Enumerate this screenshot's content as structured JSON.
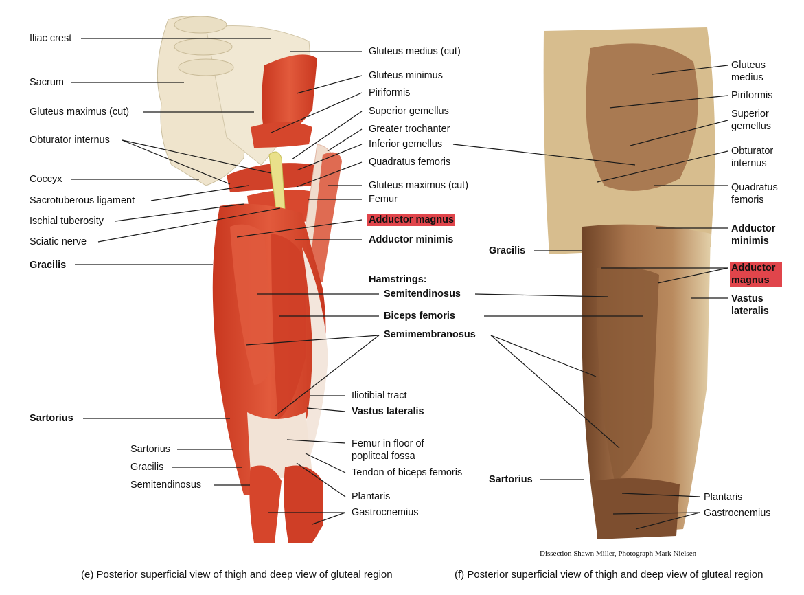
{
  "left_labels": {
    "iliac_crest": "Iliac crest",
    "sacrum": "Sacrum",
    "gluteus_maximus_cut": "Gluteus maximus (cut)",
    "obturator_internus": "Obturator internus",
    "coccyx": "Coccyx",
    "sacrotuberous_ligament": "Sacrotuberous ligament",
    "ischial_tuberosity": "Ischial tuberosity",
    "sciatic_nerve": "Sciatic nerve",
    "gracilis": "Gracilis",
    "sartorius": "Sartorius",
    "sartorius_small": "Sartorius",
    "gracilis_small": "Gracilis",
    "semitendinosus_small": "Semitendinosus"
  },
  "center_labels": {
    "gluteus_medius_cut": "Gluteus medius (cut)",
    "gluteus_minimus": "Gluteus minimus",
    "piriformis": "Piriformis",
    "superior_gemellus": "Superior gemellus",
    "greater_trochanter": "Greater trochanter",
    "inferior_gemellus": "Inferior gemellus",
    "quadratus_femoris": "Quadratus femoris",
    "gluteus_maximus_cut": "Gluteus maximus (cut)",
    "femur": "Femur",
    "adductor_magnus": "Adductor magnus",
    "adductor_minimis": "Adductor minimis",
    "hamstrings_heading": "Hamstrings:",
    "semitendinosus": "Semitendinosus",
    "biceps_femoris": "Biceps femoris",
    "semimembranosus": "Semimembranosus",
    "iliotibial_tract": "Iliotibial tract",
    "vastus_lateralis": "Vastus lateralis",
    "femur_popliteal": "Femur in floor of popliteal fossa",
    "tendon_biceps": "Tendon of biceps femoris",
    "plantaris": "Plantaris",
    "gastrocnemius": "Gastrocnemius"
  },
  "right_labels": {
    "gluteus_medius": "Gluteus medius",
    "piriformis": "Piriformis",
    "superior_gemellus": "Superior gemellus",
    "obturator_internus": "Obturator internus",
    "quadratus_femoris": "Quadratus femoris",
    "adductor_minimis": "Adductor minimis",
    "adductor_magnus": "Adductor magnus",
    "vastus_lateralis": "Vastus lateralis",
    "gracilis": "Gracilis",
    "sartorius": "Sartorius",
    "plantaris": "Plantaris",
    "gastrocnemius": "Gastrocnemius"
  },
  "credit": "Dissection Shawn Miller, Photograph Mark Nielsen",
  "captions": {
    "left": "(e) Posterior superficial view of thigh and deep view of gluteal region",
    "right": "(f) Posterior superficial view of thigh and deep view of gluteal region"
  },
  "colors": {
    "highlight": "#e0454b",
    "muscle": "#d9472f",
    "muscle_dark": "#b8311f",
    "bone": "#efe5cf",
    "nerve": "#e8e088",
    "dissection": "#9a6a44"
  }
}
